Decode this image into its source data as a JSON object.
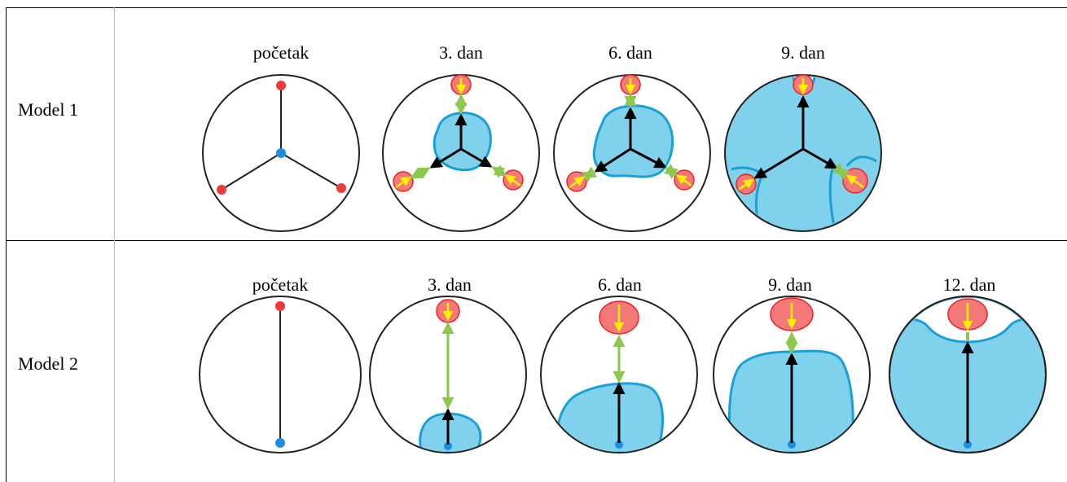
{
  "rows": [
    {
      "label": "Model 1",
      "columns": [
        "početak",
        "3. dan",
        "6. dan",
        "9. dan"
      ]
    },
    {
      "label": "Model 2",
      "columns": [
        "početak",
        "3. dan",
        "6. dan",
        "9. dan",
        "12. dan"
      ]
    }
  ],
  "colors": {
    "outline": "#222222",
    "tissue_fill": "#7fd1ec",
    "tissue_stroke": "#1aa0d6",
    "source_red": "#ee3a3a",
    "source_halo": "#f47a7a",
    "center_blue": "#1e8fe0",
    "arrow_black": "#000000",
    "arrow_green": "#8cc850",
    "arrow_yellow": "#ffee00"
  }
}
